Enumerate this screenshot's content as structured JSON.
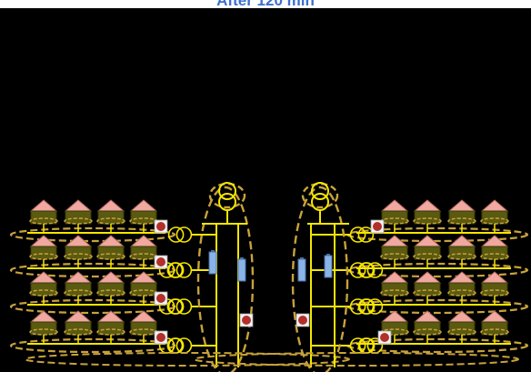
{
  "title": "After 120 min",
  "colors": {
    "background": "#000000",
    "wire": "#f5e600",
    "dashed_outline": "#c8a23a",
    "roof": "#f0a8a0",
    "house_body": "#5a5a10",
    "title": "#3b6fd0",
    "battery": "#8ab4e8"
  },
  "diagram": {
    "left_feeders": [
      {
        "houses": 4,
        "transformers": 1,
        "devices": 1
      },
      {
        "houses": 4,
        "transformers": 2,
        "devices": 1
      },
      {
        "houses": 4,
        "transformers": 2,
        "devices": 1
      },
      {
        "houses": 4,
        "transformers": 2,
        "devices": 1
      }
    ],
    "right_feeders": [
      {
        "houses": 4,
        "transformers": 1,
        "devices": 1
      },
      {
        "houses": 4,
        "transformers": 2,
        "devices": 0
      },
      {
        "houses": 4,
        "transformers": 2,
        "devices": 0
      },
      {
        "houses": 4,
        "transformers": 2,
        "devices": 1
      }
    ],
    "substation_transformers": 2,
    "batteries_per_side": 2
  }
}
